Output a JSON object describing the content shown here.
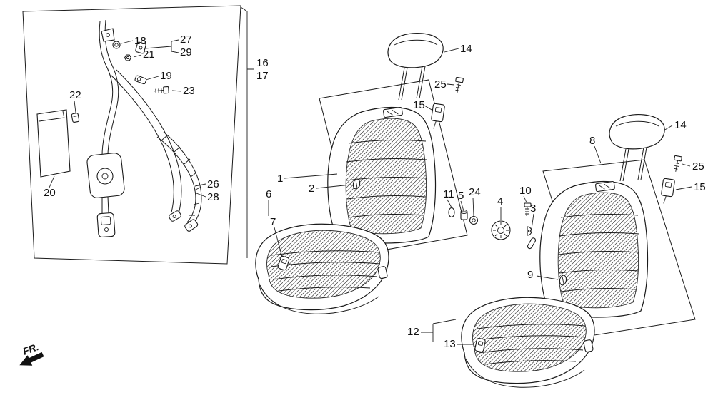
{
  "diagram": {
    "direction_label": "FR.",
    "part_labels": {
      "1": "1",
      "2": "2",
      "3": "3",
      "4": "4",
      "5": "5",
      "6": "6",
      "7": "7",
      "8": "8",
      "9": "9",
      "10": "10",
      "11": "11",
      "12": "12",
      "13": "13",
      "14": "14",
      "15": "15",
      "16": "16",
      "17": "17",
      "18": "18",
      "19": "19",
      "20": "20",
      "21": "21",
      "22": "22",
      "23": "23",
      "24": "24",
      "25": "25",
      "26": "26",
      "27": "27",
      "28": "28",
      "29": "29"
    }
  }
}
